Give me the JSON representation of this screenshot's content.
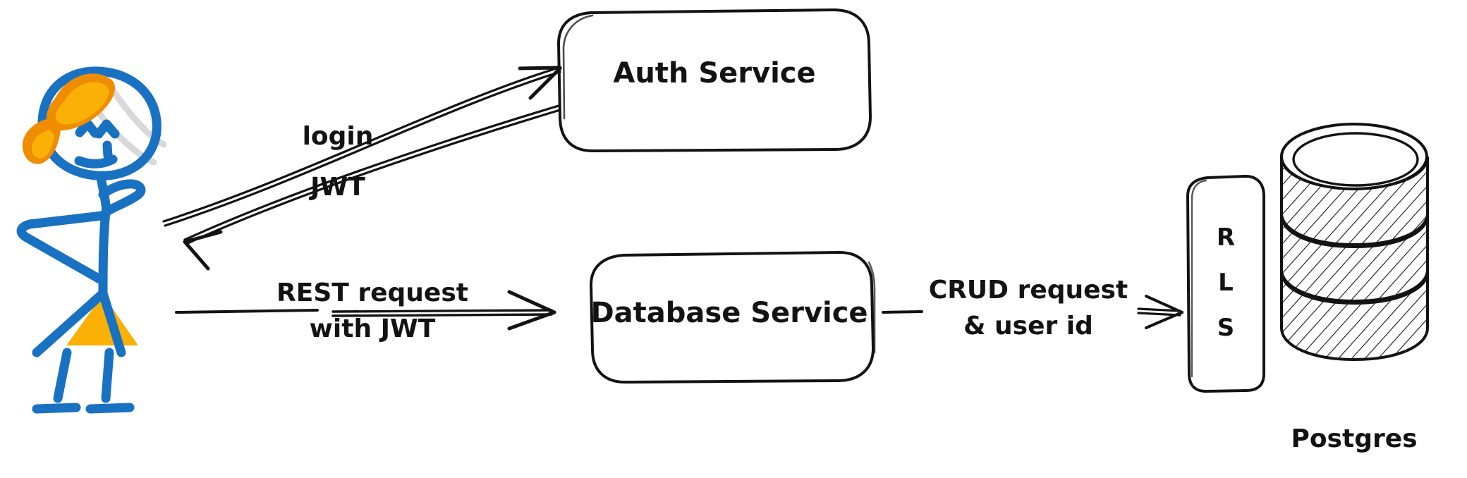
{
  "diagram": {
    "title": "Auth and database service flow",
    "style": "hand-drawn sketch",
    "background": "#ffffff",
    "ink_color": "#131313",
    "accent_blue": "#1971c2",
    "accent_orange": "#f08c00",
    "accent_amber": "#fab005"
  },
  "actor": {
    "name": "user-stick-figure",
    "description": "stick figure person with bow in hair"
  },
  "nodes": [
    {
      "id": "auth-service",
      "label": "Auth Service",
      "shape": "rounded-rect"
    },
    {
      "id": "database-service",
      "label": "Database Service",
      "shape": "rounded-rect"
    },
    {
      "id": "rls",
      "label": "RLS",
      "letters": [
        "R",
        "L",
        "S"
      ],
      "shape": "rounded-rect-vertical"
    },
    {
      "id": "postgres",
      "label": "Postgres",
      "shape": "cylinder"
    }
  ],
  "edges": [
    {
      "id": "edge-login",
      "label": "login",
      "from": "user",
      "to": "auth-service",
      "direction": "right"
    },
    {
      "id": "edge-jwt",
      "label": "JWT",
      "from": "auth-service",
      "to": "user",
      "direction": "left"
    },
    {
      "id": "edge-rest",
      "label_line1": "REST request",
      "label_line2": "with JWT",
      "from": "user",
      "to": "database-service",
      "direction": "right"
    },
    {
      "id": "edge-crud",
      "label_line1": "CRUD request",
      "label_line2": "& user id",
      "from": "database-service",
      "to": "rls",
      "direction": "right"
    }
  ]
}
